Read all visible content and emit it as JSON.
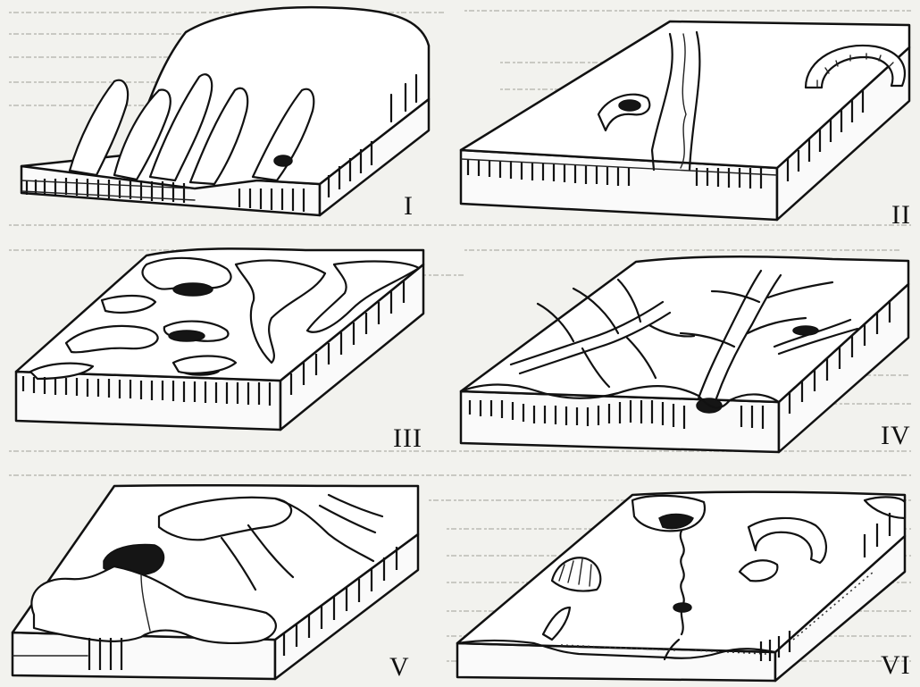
{
  "figures": [
    {
      "id": "I",
      "label": "I"
    },
    {
      "id": "II",
      "label": "II"
    },
    {
      "id": "III",
      "label": "III"
    },
    {
      "id": "IV",
      "label": "IV"
    },
    {
      "id": "V",
      "label": "V"
    },
    {
      "id": "VI",
      "label": "VI"
    }
  ]
}
